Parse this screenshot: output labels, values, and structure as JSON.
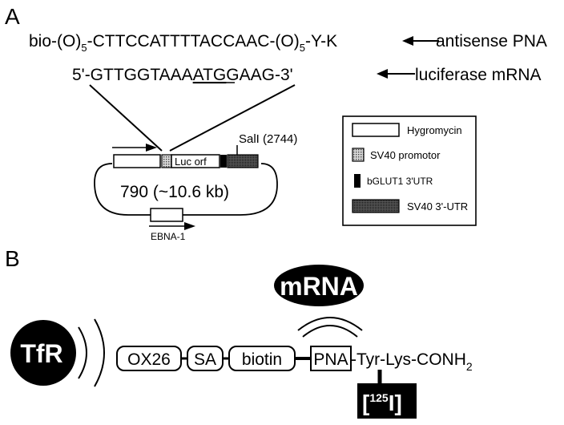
{
  "panel_a": {
    "label": "A",
    "pna_sequence": {
      "prefix": "bio-(O)",
      "sub1": "5",
      "middle": "-CTTCCATTTTACCAAC-(O)",
      "sub2": "5",
      "suffix": "-Y-K"
    },
    "pna_label": "antisense PNA",
    "mrna_sequence": {
      "start": "5'-GTTGGTAAA",
      "underlined": "ATG",
      "end": "GAAG-3'"
    },
    "mrna_label": "luciferase mRNA",
    "plasmid": {
      "name": "790 (~10.6 kb)",
      "luc_label": "Luc orf",
      "sal_label": "SalI (2744)",
      "ebna_label": "EBNA-1"
    },
    "legend": [
      {
        "label": "Hygromycin",
        "swatch": "hygromycin"
      },
      {
        "label": "SV40 promotor",
        "swatch": "sv40-promotor"
      },
      {
        "label": "bGLUT1 3'UTR",
        "swatch": "bglut1"
      },
      {
        "label": "SV40 3'-UTR",
        "swatch": "sv40-utr"
      }
    ]
  },
  "panel_b": {
    "label": "B",
    "tfr": "TfR",
    "mrna": "mRNA",
    "chain": [
      "OX26",
      "SA",
      "biotin",
      "PNA"
    ],
    "tail": "-Tyr-Lys-CONH",
    "tail_sub": "2",
    "iodine": {
      "open": "[",
      "sup": "125",
      "element": "I",
      "close": "]"
    }
  },
  "colors": {
    "ink": "#000000",
    "paper": "#ffffff",
    "stipple": "#7a7a7a"
  }
}
